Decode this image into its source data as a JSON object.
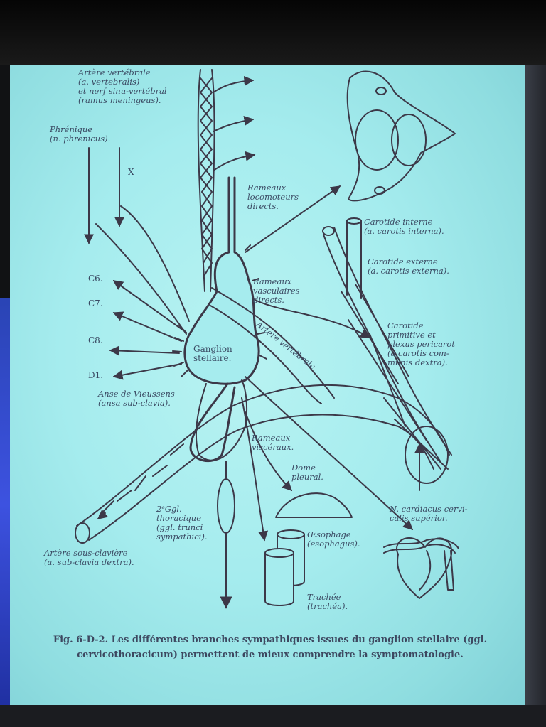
{
  "labels": {
    "vertebral": "Artère vertébrale\n(a. vertebralis)\net nerf sinu-vertébral\n(ramus meningeus).",
    "phrenic": "Phrénique\n(n. phrenicus).",
    "x": "X",
    "rameaux_loco": "Rameaux\nlocomoteurs\ndirects.",
    "carotide_interne": "Carotide interne\n(a. carotis interna).",
    "carotide_externe": "Carotide externe\n(a. carotis externa).",
    "c6": "C6.",
    "c7": "C7.",
    "c8": "C8.",
    "d1": "D1.",
    "rameaux_vasc": "Rameaux\nvasculaires\ndirects.",
    "artere_vert_diag": "Artère vertébrale",
    "carotide_primitive": "Carotide\nprimitive et\nplexus pericarot\n(a carotis com-\nmunis dextra).",
    "ganglion": "Ganglion\nstellaire.",
    "anse": "Anse de Vieussens\n(ansa sub-clavia).",
    "rameaux_visc": "Rameaux\nviscéraux.",
    "dome": "Dome\npleural.",
    "n_cardiacus": "N. cardiacus cervi-\ncalis supérior.",
    "ggl2": "2ᵉGgl.\nthoracique\n(ggl. trunci\nsympathici).",
    "oesophage": "Œsophage\n(esophagus).",
    "artere_sous": "Artère sous-clavière\n(a. sub-clavia dextra).",
    "trachee": "Trachée\n(trachéa)."
  },
  "caption": "Fig. 6-D-2. Les différentes branches sympathiques issues du ganglion stellaire (ggl. cervicothoracicum) permettent de mieux comprendre la symptomatologie."
}
